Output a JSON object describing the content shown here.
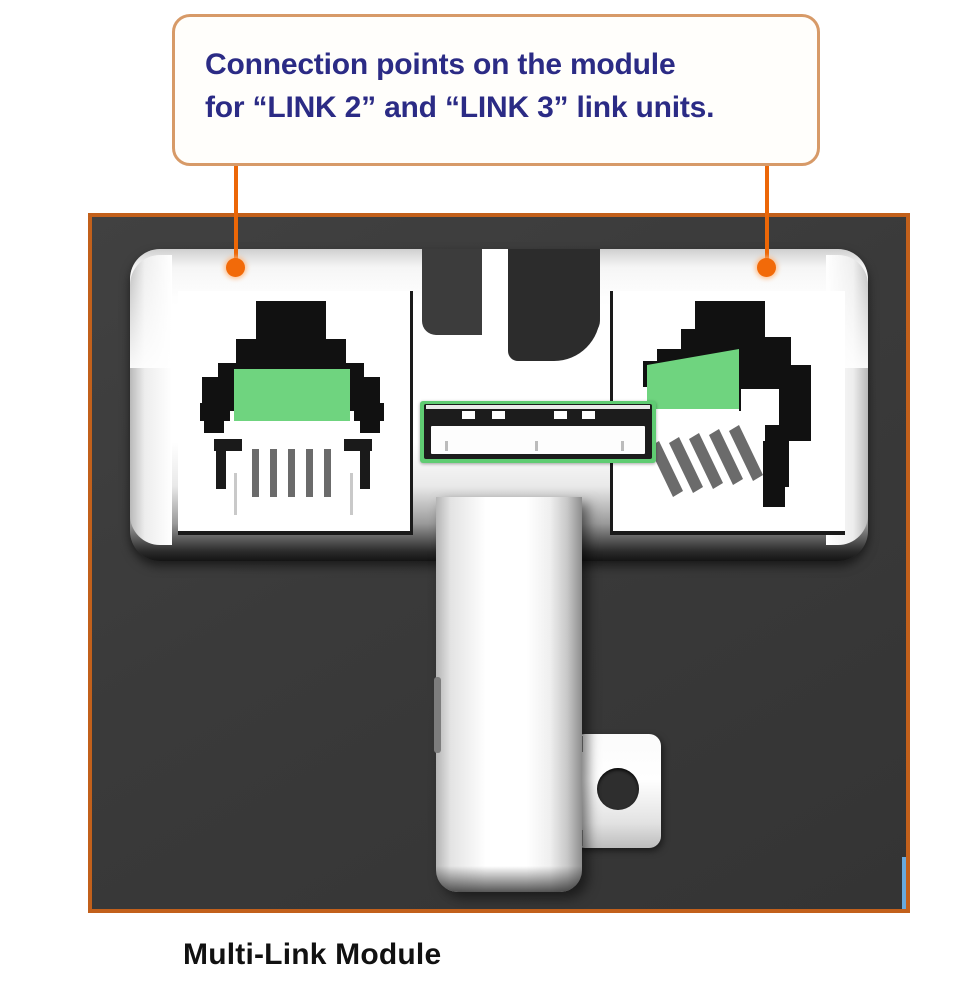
{
  "callout": {
    "text": "Connection points on the module\nfor “LINK 2” and “LINK 3” link units.",
    "line1": "Connection points on the module",
    "line2": "for “LINK 2” and “LINK 3” link units.",
    "text_color": "#2b2b85",
    "border_color": "#d79a68",
    "background_color": "#fffefb",
    "leader_color": "#ec6707",
    "leader_dot_color": "#f26a09",
    "leaders": [
      {
        "name": "left-leader",
        "target": "LINK 2 port"
      },
      {
        "name": "right-leader",
        "target": "LINK 3 port"
      }
    ]
  },
  "photo": {
    "frame_border_color": "#c2601b",
    "background_color": "#3c3c3c",
    "alt": "Photograph of a T-shaped white Multi-Link Module with two RJ-style link connection ports on the top bar and a green edge connector in the center",
    "module": {
      "body_color": "#ffffff",
      "ports": [
        {
          "name": "left-port",
          "label": "LINK 2",
          "accent_color": "#5fcc72"
        },
        {
          "name": "right-port",
          "label": "LINK 3",
          "accent_color": "#5fcc72"
        }
      ],
      "center_connector": {
        "name": "edge-connector",
        "accent_color": "#5fcc72"
      },
      "mounting_tab": {
        "name": "mounting-tab",
        "hole_color": "#2e2e2e"
      }
    },
    "edge_marker_color": "#67a9dd"
  },
  "caption": {
    "text": "Multi-Link Module",
    "color": "#111111"
  }
}
